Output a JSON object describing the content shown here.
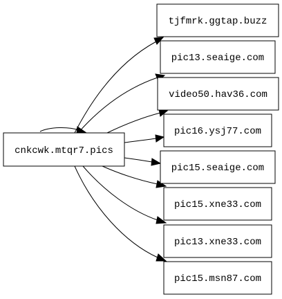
{
  "graph": {
    "source": {
      "label": "cnkcwk.mtqr7.pics"
    },
    "targets": [
      {
        "label": "tjfmrk.ggtap.buzz"
      },
      {
        "label": "pic13.seaige.com"
      },
      {
        "label": "video50.hav36.com"
      },
      {
        "label": "pic16.ysj77.com"
      },
      {
        "label": "pic15.seaige.com"
      },
      {
        "label": "pic15.xne33.com"
      },
      {
        "label": "pic13.xne33.com"
      },
      {
        "label": "pic15.msn87.com"
      }
    ],
    "edges": [
      {
        "from": "cnkcwk.mtqr7.pics",
        "to": "cnkcwk.mtqr7.pics"
      },
      {
        "from": "cnkcwk.mtqr7.pics",
        "to": "tjfmrk.ggtap.buzz"
      },
      {
        "from": "cnkcwk.mtqr7.pics",
        "to": "pic13.seaige.com"
      },
      {
        "from": "cnkcwk.mtqr7.pics",
        "to": "video50.hav36.com"
      },
      {
        "from": "cnkcwk.mtqr7.pics",
        "to": "pic16.ysj77.com"
      },
      {
        "from": "cnkcwk.mtqr7.pics",
        "to": "pic15.seaige.com"
      },
      {
        "from": "cnkcwk.mtqr7.pics",
        "to": "pic15.xne33.com"
      },
      {
        "from": "cnkcwk.mtqr7.pics",
        "to": "pic13.xne33.com"
      },
      {
        "from": "cnkcwk.mtqr7.pics",
        "to": "pic15.msn87.com"
      }
    ]
  }
}
